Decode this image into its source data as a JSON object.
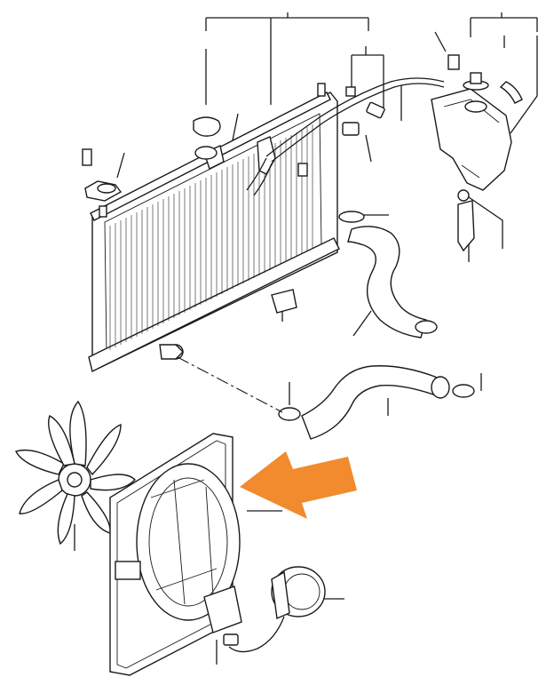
{
  "diagram": {
    "type": "exploded-parts-view",
    "highlight_arrow": {
      "color": "#F28A2E",
      "points_to": "fan-shroud"
    },
    "line_color": "#1a1a1a",
    "parts": [
      "radiator-core",
      "radiator-cap",
      "upper-radiator-hose",
      "lower-radiator-hose",
      "coolant-reservoir-tank",
      "reservoir-cap",
      "overflow-hose",
      "drain-plug",
      "mounting-bracket",
      "hose-clamp",
      "cooling-fan-blade",
      "fan-shroud",
      "fan-motor",
      "fan-relay-connector",
      "thermo-switch"
    ]
  }
}
